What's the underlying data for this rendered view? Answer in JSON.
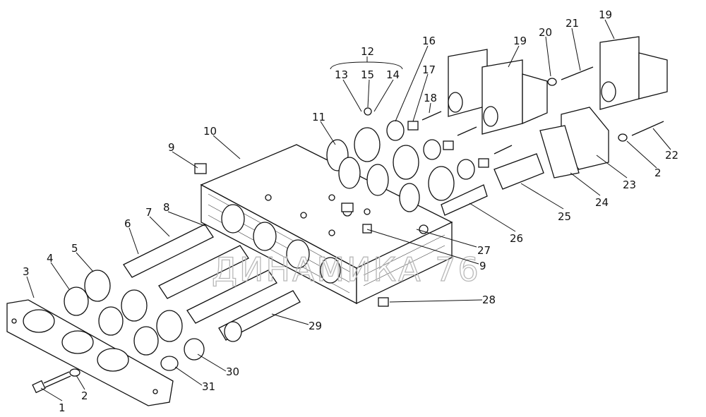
{
  "diagram": {
    "watermark": "ДИНАМИКА 76",
    "callouts": [
      {
        "id": "c1",
        "text": "1"
      },
      {
        "id": "c2a",
        "text": "2"
      },
      {
        "id": "c3",
        "text": "3"
      },
      {
        "id": "c4",
        "text": "4"
      },
      {
        "id": "c5",
        "text": "5"
      },
      {
        "id": "c6",
        "text": "6"
      },
      {
        "id": "c7",
        "text": "7"
      },
      {
        "id": "c8",
        "text": "8"
      },
      {
        "id": "c9a",
        "text": "9"
      },
      {
        "id": "c10",
        "text": "10"
      },
      {
        "id": "c11",
        "text": "11"
      },
      {
        "id": "c12",
        "text": "12"
      },
      {
        "id": "c13",
        "text": "13"
      },
      {
        "id": "c14",
        "text": "14"
      },
      {
        "id": "c15",
        "text": "15"
      },
      {
        "id": "c16",
        "text": "16"
      },
      {
        "id": "c17",
        "text": "17"
      },
      {
        "id": "c18",
        "text": "18"
      },
      {
        "id": "c19a",
        "text": "19"
      },
      {
        "id": "c19b",
        "text": "19"
      },
      {
        "id": "c20",
        "text": "20"
      },
      {
        "id": "c21",
        "text": "21"
      },
      {
        "id": "c22",
        "text": "22"
      },
      {
        "id": "c2b",
        "text": "2"
      },
      {
        "id": "c23",
        "text": "23"
      },
      {
        "id": "c24",
        "text": "24"
      },
      {
        "id": "c25",
        "text": "25"
      },
      {
        "id": "c26",
        "text": "26"
      },
      {
        "id": "c27",
        "text": "27"
      },
      {
        "id": "c9b",
        "text": "9"
      },
      {
        "id": "c28",
        "text": "28"
      },
      {
        "id": "c29",
        "text": "29"
      },
      {
        "id": "c30",
        "text": "30"
      },
      {
        "id": "c31",
        "text": "31"
      }
    ]
  }
}
